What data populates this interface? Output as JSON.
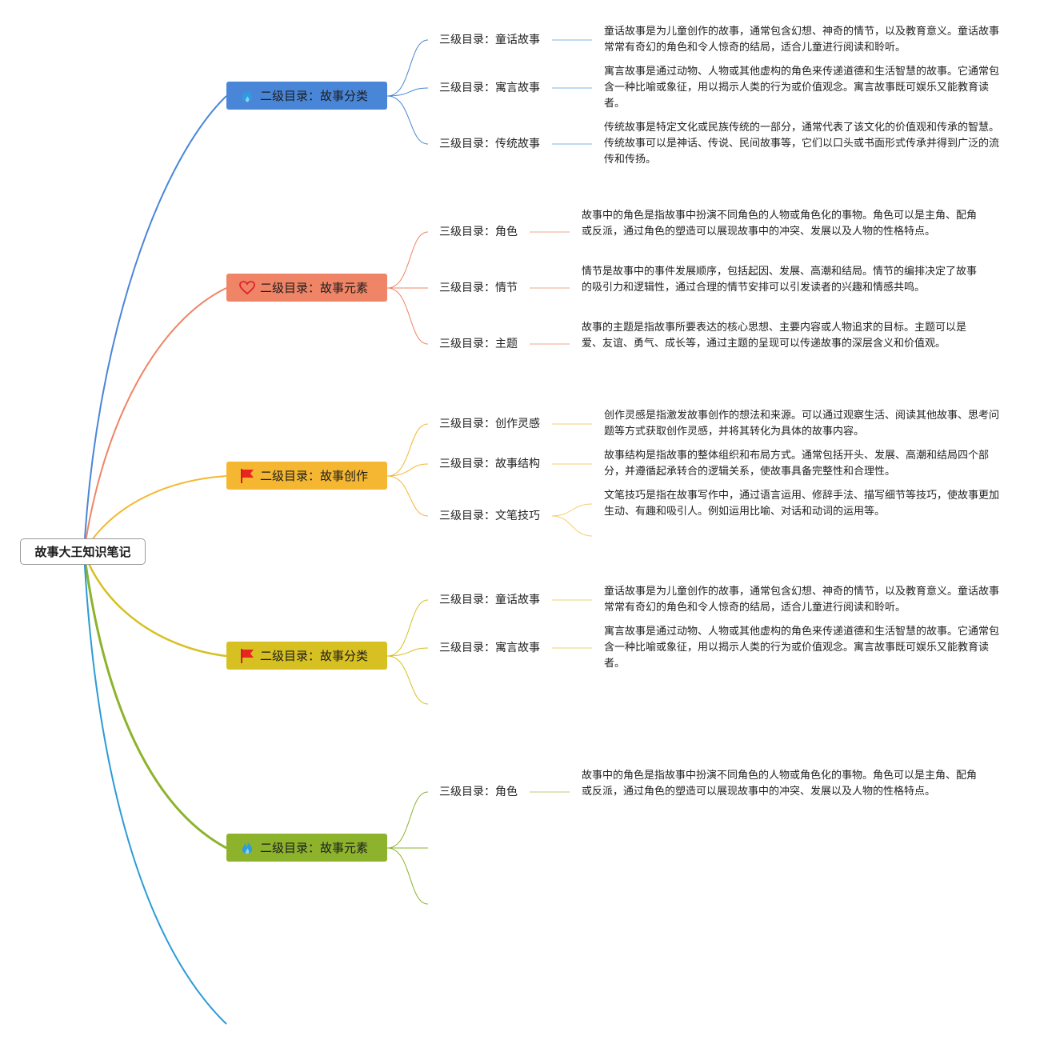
{
  "root": {
    "label": "故事大王知识笔记"
  },
  "branches": [
    {
      "label": "二级目录：故事分类",
      "icon": "fire-icon",
      "color": "#4a86d8",
      "children": [
        {
          "label": "三级目录：童话故事",
          "note": "童话故事是为儿童创作的故事，通常包含幻想、神奇的情节，以及教育意义。童话故事常常有奇幻的角色和令人惊奇的结局，适合儿童进行阅读和聆听。"
        },
        {
          "label": "三级目录：寓言故事",
          "note": "寓言故事是通过动物、人物或其他虚构的角色来传递道德和生活智慧的故事。它通常包含一种比喻或象征，用以揭示人类的行为或价值观念。寓言故事既可娱乐又能教育读者。"
        },
        {
          "label": "三级目录：传统故事",
          "note": "传统故事是特定文化或民族传统的一部分，通常代表了该文化的价值观和传承的智慧。传统故事可以是神话、传说、民间故事等，它们以口头或书面形式传承并得到广泛的流传和传扬。"
        }
      ]
    },
    {
      "label": "二级目录：故事元素",
      "icon": "heart-icon",
      "color": "#ef8466",
      "children": [
        {
          "label": "三级目录：角色",
          "note": "故事中的角色是指故事中扮演不同角色的人物或角色化的事物。角色可以是主角、配角或反派，通过角色的塑造可以展现故事中的冲突、发展以及人物的性格特点。"
        },
        {
          "label": "三级目录：情节",
          "note": "情节是故事中的事件发展顺序，包括起因、发展、高潮和结局。情节的编排决定了故事的吸引力和逻辑性，通过合理的情节安排可以引发读者的兴趣和情感共鸣。"
        },
        {
          "label": "三级目录：主题",
          "note": "故事的主题是指故事所要表达的核心思想、主要内容或人物追求的目标。主题可以是爱、友谊、勇气、成长等，通过主题的呈现可以传递故事的深层含义和价值观。"
        }
      ]
    },
    {
      "label": "二级目录：故事创作",
      "icon": "flag-icon",
      "color": "#f5b731",
      "children": [
        {
          "label": "三级目录：创作灵感",
          "note": "创作灵感是指激发故事创作的想法和来源。可以通过观察生活、阅读其他故事、思考问题等方式获取创作灵感，并将其转化为具体的故事内容。"
        },
        {
          "label": "三级目录：故事结构",
          "note": "故事结构是指故事的整体组织和布局方式。通常包括开头、发展、高潮和结局四个部分，并遵循起承转合的逻辑关系，使故事具备完整性和合理性。"
        },
        {
          "label": "三级目录：文笔技巧",
          "note": "文笔技巧是指在故事写作中，通过语言运用、修辞手法、描写细节等技巧，使故事更加生动、有趣和吸引人。例如运用比喻、对话和动词的运用等。"
        }
      ]
    },
    {
      "label": "二级目录：故事分类",
      "icon": "flag-icon",
      "color": "#d6c022",
      "children": [
        {
          "label": "三级目录：童话故事",
          "note": "童话故事是为儿童创作的故事，通常包含幻想、神奇的情节，以及教育意义。童话故事常常有奇幻的角色和令人惊奇的结局，适合儿童进行阅读和聆听。"
        },
        {
          "label": "三级目录：寓言故事",
          "note": "寓言故事是通过动物、人物或其他虚构的角色来传递道德和生活智慧的故事。它通常包含一种比喻或象征，用以揭示人类的行为或价值观念。寓言故事既可娱乐又能教育读者。"
        }
      ]
    },
    {
      "label": "二级目录：故事元素",
      "icon": "fire-icon",
      "color": "#8db32d",
      "children": [
        {
          "label": "三级目录：角色",
          "note": "故事中的角色是指故事中扮演不同角色的人物或角色化的事物。角色可以是主角、配角或反派，通过角色的塑造可以展现故事中的冲突、发展以及人物的性格特点。"
        }
      ]
    }
  ],
  "extra_line_color": "#2a9bd6"
}
